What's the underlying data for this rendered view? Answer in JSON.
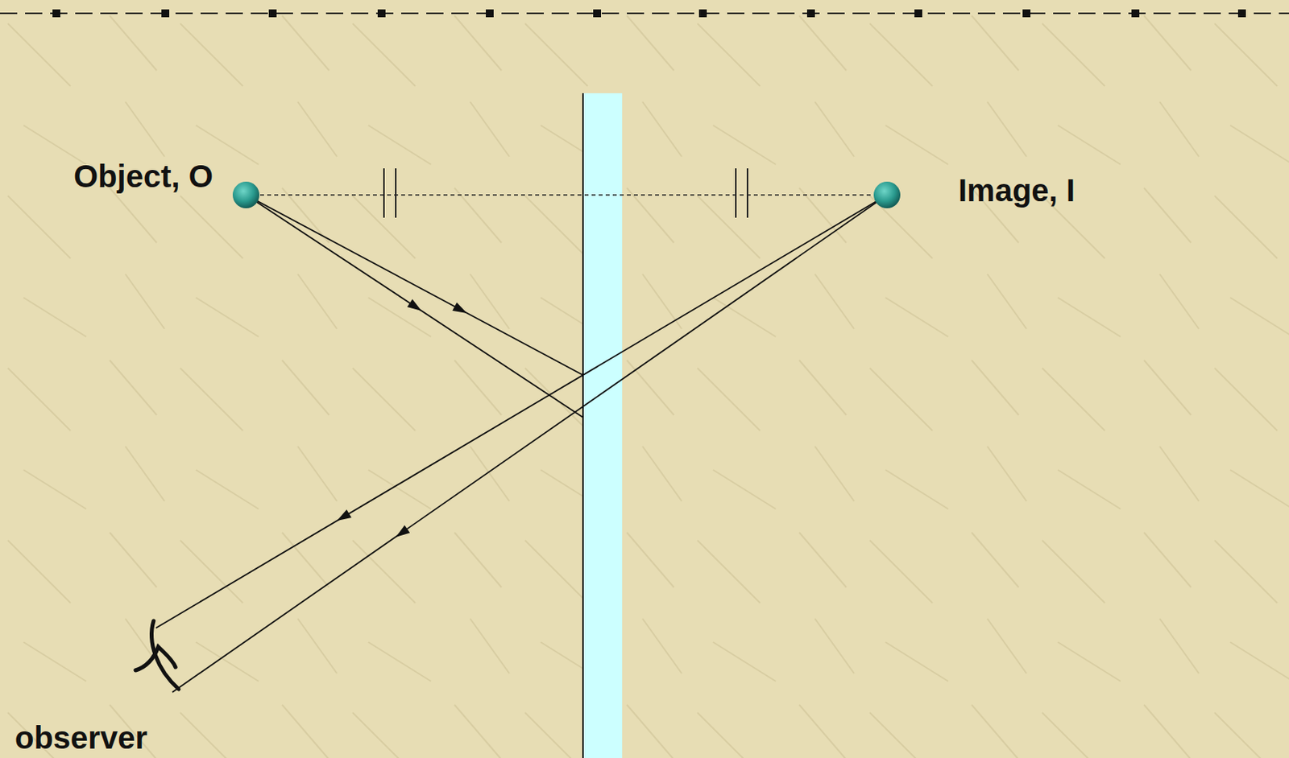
{
  "diagram": {
    "labels": [
      "Object, O",
      "Image, I",
      "observer"
    ]
  }
}
